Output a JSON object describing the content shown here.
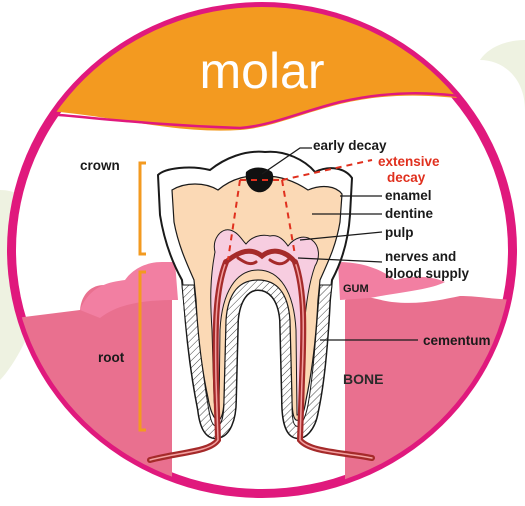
{
  "title": "molar",
  "labels": {
    "crown": "crown",
    "root": "root",
    "early_decay": "early decay",
    "extensive_decay_1": "extensive",
    "extensive_decay_2": "decay",
    "enamel": "enamel",
    "dentine": "dentine",
    "pulp": "pulp",
    "nerves_1": "nerves and",
    "nerves_2": "blood supply",
    "gum": "GUM",
    "cementum": "cementum",
    "bone": "BONE"
  },
  "colors": {
    "ring": "#e0197d",
    "title_band": "#f39a20",
    "gum": "#f27fa2",
    "bone": "#e9708f",
    "dentine": "#fbd9b5",
    "pulp": "#f7cde0",
    "nerve": "#a52a2a",
    "bracket": "#f39a20",
    "decay_line": "#e0301e",
    "background_leaf": "#eef2e1"
  }
}
